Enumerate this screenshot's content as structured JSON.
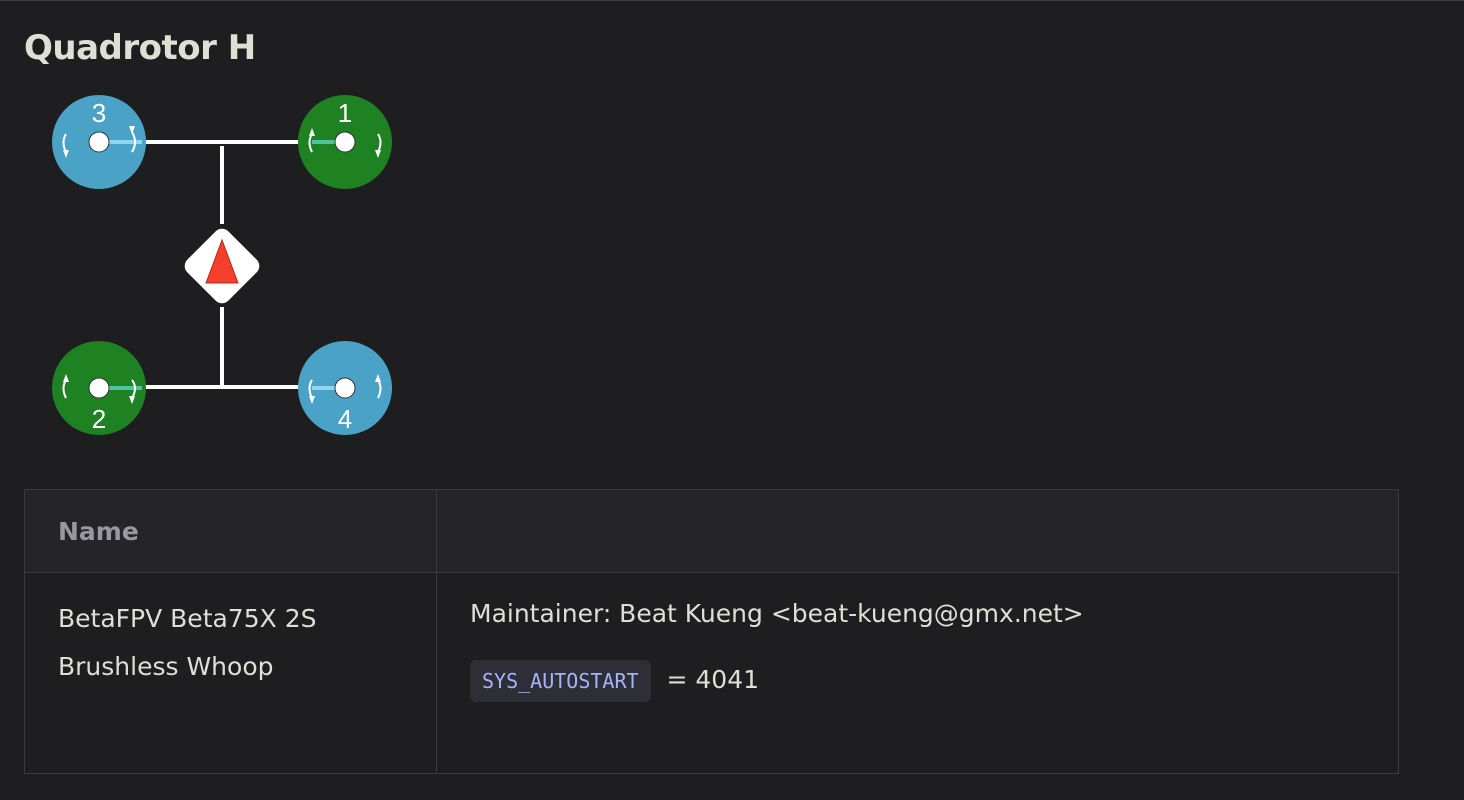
{
  "page": {
    "title": "Quadrotor H"
  },
  "diagram": {
    "motors": [
      {
        "id": "3",
        "color": "#4aa3c7"
      },
      {
        "id": "1",
        "color": "#1e8223"
      },
      {
        "id": "2",
        "color": "#1e8223"
      },
      {
        "id": "4",
        "color": "#4aa3c7"
      }
    ],
    "frame_color": "#ffffff",
    "direction_arrow_color": "#f4402a"
  },
  "table": {
    "headers": [
      "Name",
      ""
    ],
    "rows": [
      {
        "name_line1": "BetaFPV Beta75X 2S",
        "name_line2": "Brushless Whoop",
        "maintainer": "Maintainer: Beat Kueng <beat-kueng@gmx.net>",
        "param_name": "SYS_AUTOSTART",
        "param_value": "= 4041"
      }
    ]
  }
}
